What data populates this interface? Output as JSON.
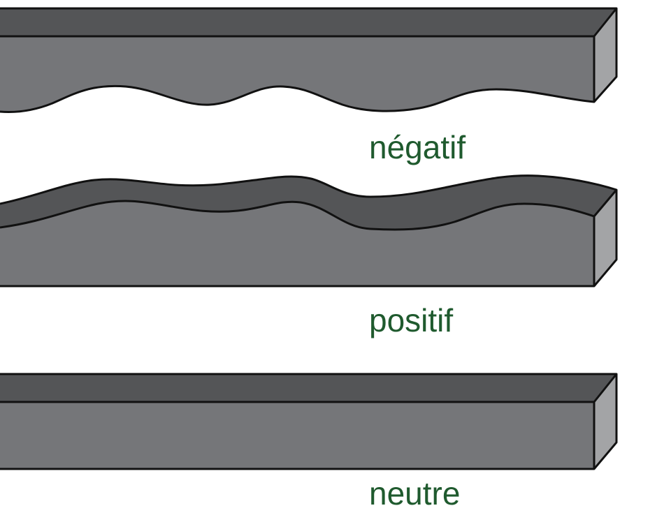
{
  "colors": {
    "top_face": "#545557",
    "front_face": "#757679",
    "side_face": "#a3a4a6",
    "outline": "#111111",
    "label": "#1f5a2e",
    "background": "#ffffff"
  },
  "profiles": [
    {
      "id": "negatif",
      "label": "négatif"
    },
    {
      "id": "positif",
      "label": "positif"
    },
    {
      "id": "neutre",
      "label": "neutre"
    }
  ]
}
